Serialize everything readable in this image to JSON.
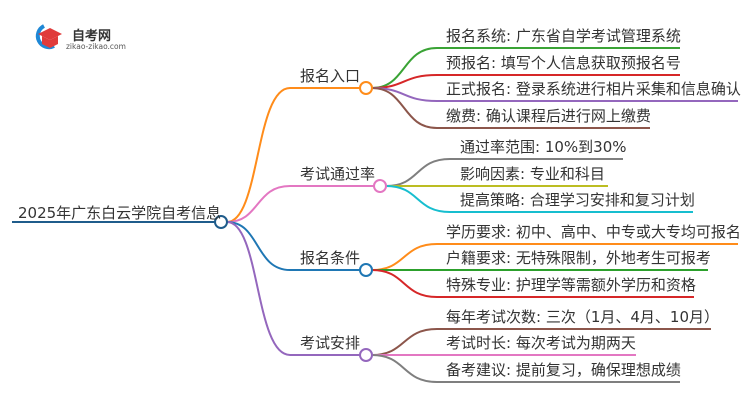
{
  "logo": {
    "name": "自考网",
    "url": "zikao-zikao.com"
  },
  "root": {
    "label": "2025年广东白云学院自考信息",
    "color": "#1f5c8b"
  },
  "branches": [
    {
      "label": "报名入口",
      "color": "#ff8c1a",
      "children": [
        {
          "label": "报名系统: 广东省自学考试管理系统",
          "color": "#3aa335"
        },
        {
          "label": "预报名: 填写个人信息获取预报名号",
          "color": "#d62728"
        },
        {
          "label": "正式报名: 登录系统进行相片采集和信息确认",
          "color": "#9467bd"
        },
        {
          "label": "缴费: 确认课程后进行网上缴费",
          "color": "#8c564b"
        }
      ]
    },
    {
      "label": "考试通过率",
      "color": "#e377c2",
      "children": [
        {
          "label": "通过率范围: 10%到30%",
          "color": "#7f7f7f"
        },
        {
          "label": "影响因素: 专业和科目",
          "color": "#bcbd22"
        },
        {
          "label": "提高策略: 合理学习安排和复习计划",
          "color": "#17becf"
        }
      ]
    },
    {
      "label": "报名条件",
      "color": "#1f77b4",
      "children": [
        {
          "label": "学历要求: 初中、高中、中专或大专均可报名",
          "color": "#ff8c1a"
        },
        {
          "label": "户籍要求: 无特殊限制，外地考生可报考",
          "color": "#2ca02c"
        },
        {
          "label": "特殊专业: 护理学等需额外学历和资格",
          "color": "#d62728"
        }
      ]
    },
    {
      "label": "考试安排",
      "color": "#9467bd",
      "children": [
        {
          "label": "每年考试次数: 三次（1月、4月、10月）",
          "color": "#8c564b"
        },
        {
          "label": "考试时长: 每次考试为期两天",
          "color": "#e377c2"
        },
        {
          "label": "备考建议: 提前复习，确保理想成绩",
          "color": "#7f7f7f"
        }
      ]
    }
  ]
}
